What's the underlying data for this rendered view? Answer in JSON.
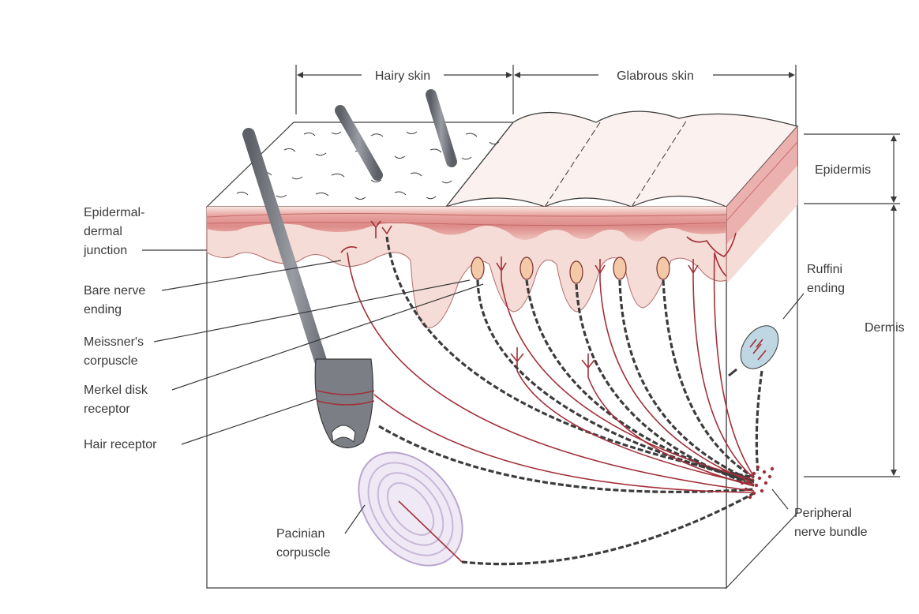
{
  "labels": {
    "hairy_skin": "Hairy skin",
    "glabrous_skin": "Glabrous skin",
    "epidermis": "Epidermis",
    "dermis": "Dermis",
    "epidermal_dermal_junction": [
      "Epidermal-",
      "dermal",
      "junction"
    ],
    "bare_nerve_ending": [
      "Bare nerve",
      "ending"
    ],
    "meissners_corpuscle": [
      "Meissner's",
      "corpuscle"
    ],
    "merkel_disk_receptor": [
      "Merkel disk",
      "receptor"
    ],
    "hair_receptor": [
      "Hair receptor"
    ],
    "pacinian_corpuscle": [
      "Pacinian",
      "corpuscle"
    ],
    "ruffini_ending": [
      "Ruffini",
      "ending"
    ],
    "peripheral_nerve_bundle": [
      "Peripheral",
      "nerve bundle"
    ]
  },
  "colors": {
    "epidermis_pink": "#e8a3a0",
    "dermis_light": "#f6dcd6",
    "hair_gray": "#7c7e86",
    "nerve_red": "#a2303a",
    "pacinian_lilac": "#c9b8d9"
  }
}
